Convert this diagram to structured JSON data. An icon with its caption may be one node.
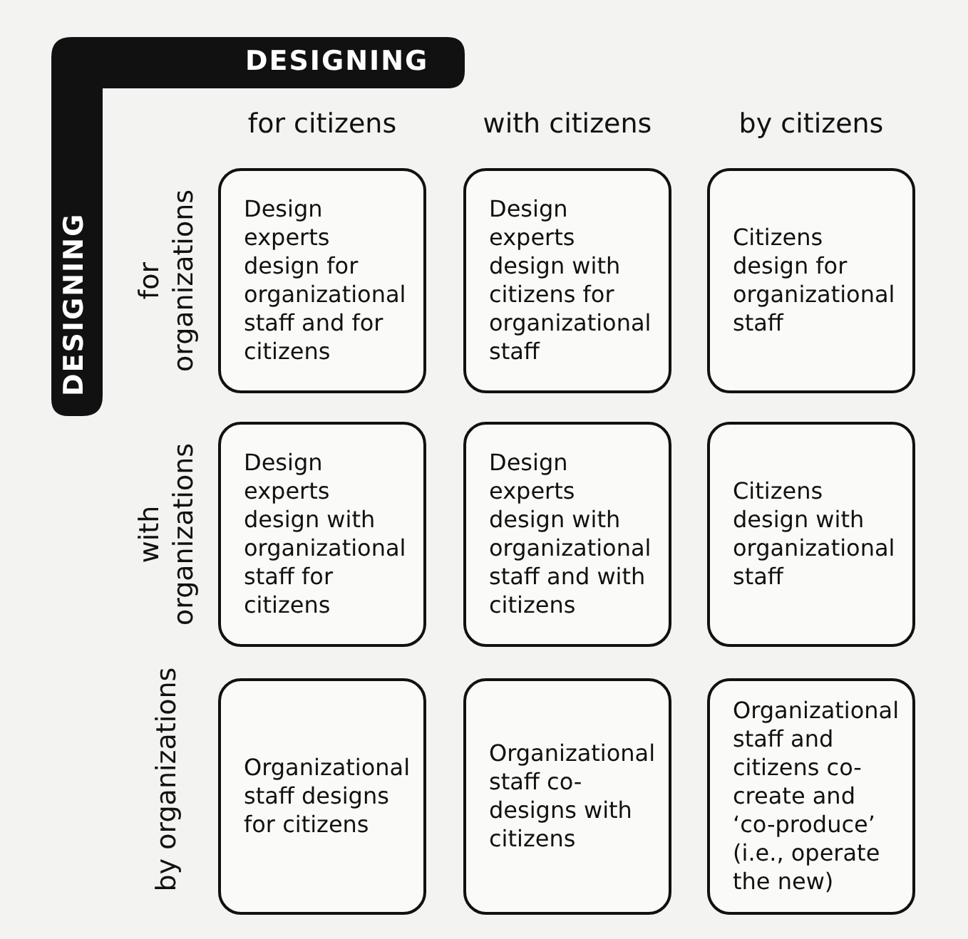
{
  "diagram": {
    "nodes": [
      {
        "text": [
          "DESIGNING",
          "DESIGNING"
        ]
      },
      {
        "text": [
          "Design experts design for organizational staff and for citizens"
        ]
      },
      {
        "text": [
          "Design experts design with citizens for organizational staff"
        ]
      },
      {
        "text": [
          "Citizens design for organizational staff"
        ]
      },
      {
        "text": [
          "Design experts design with organizational staff for citizens"
        ]
      },
      {
        "text": [
          "Design experts design with organizational staff and with citizens"
        ]
      },
      {
        "text": [
          "Citizens design with organizational staff"
        ]
      },
      {
        "text": [
          "Organizational staff designs for citizens"
        ]
      },
      {
        "text": [
          "Organizational staff co-designs with citizens"
        ]
      },
      {
        "text": [
          "Organizational staff and citizens co-create and ‘co-produce’ (i.e., operate the new)"
        ]
      }
    ],
    "labels": [
      "for citizens",
      "with citizens",
      "by citizens",
      "for organizations",
      "with organizations",
      "by organizations"
    ]
  }
}
